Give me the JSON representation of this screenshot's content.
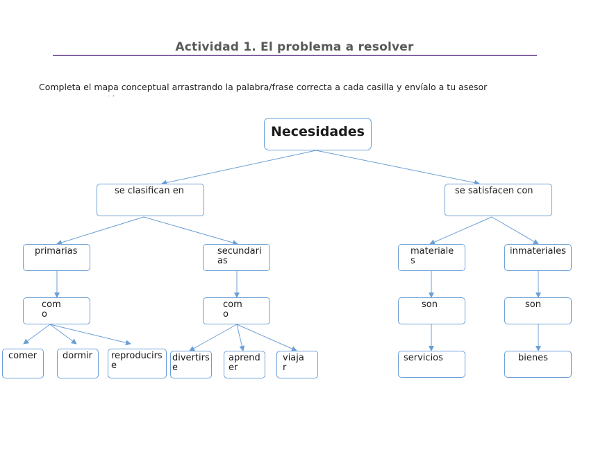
{
  "page": {
    "title": "Actividad 1. El problema a resolver",
    "instructions": "Completa el mapa conceptual arrastrando la palabra/frase correcta a cada casilla y envíalo a tu asesor para que te evalúe."
  },
  "map": {
    "root": "Necesidades",
    "clasifican": "se clasifican en",
    "satisfacen": "se  satisfacen con",
    "primarias": "primarias",
    "secundarias": "secundarias",
    "materiales": "materiales",
    "inmateriales": "inmateriales",
    "como1": "como",
    "como2": "como",
    "son1": "son",
    "son2": "son",
    "comer": "comer",
    "dormir": "dormir",
    "reproducirse": "reproducirse",
    "divertirse": "divertirse",
    "aprender": "aprender",
    "viajar": "viajar",
    "servicios": "servicios",
    "bienes": "bienes"
  },
  "colors": {
    "node_border": "#6a9fd6",
    "connector": "#6a9fd6",
    "title_rule": "#8064a2"
  }
}
